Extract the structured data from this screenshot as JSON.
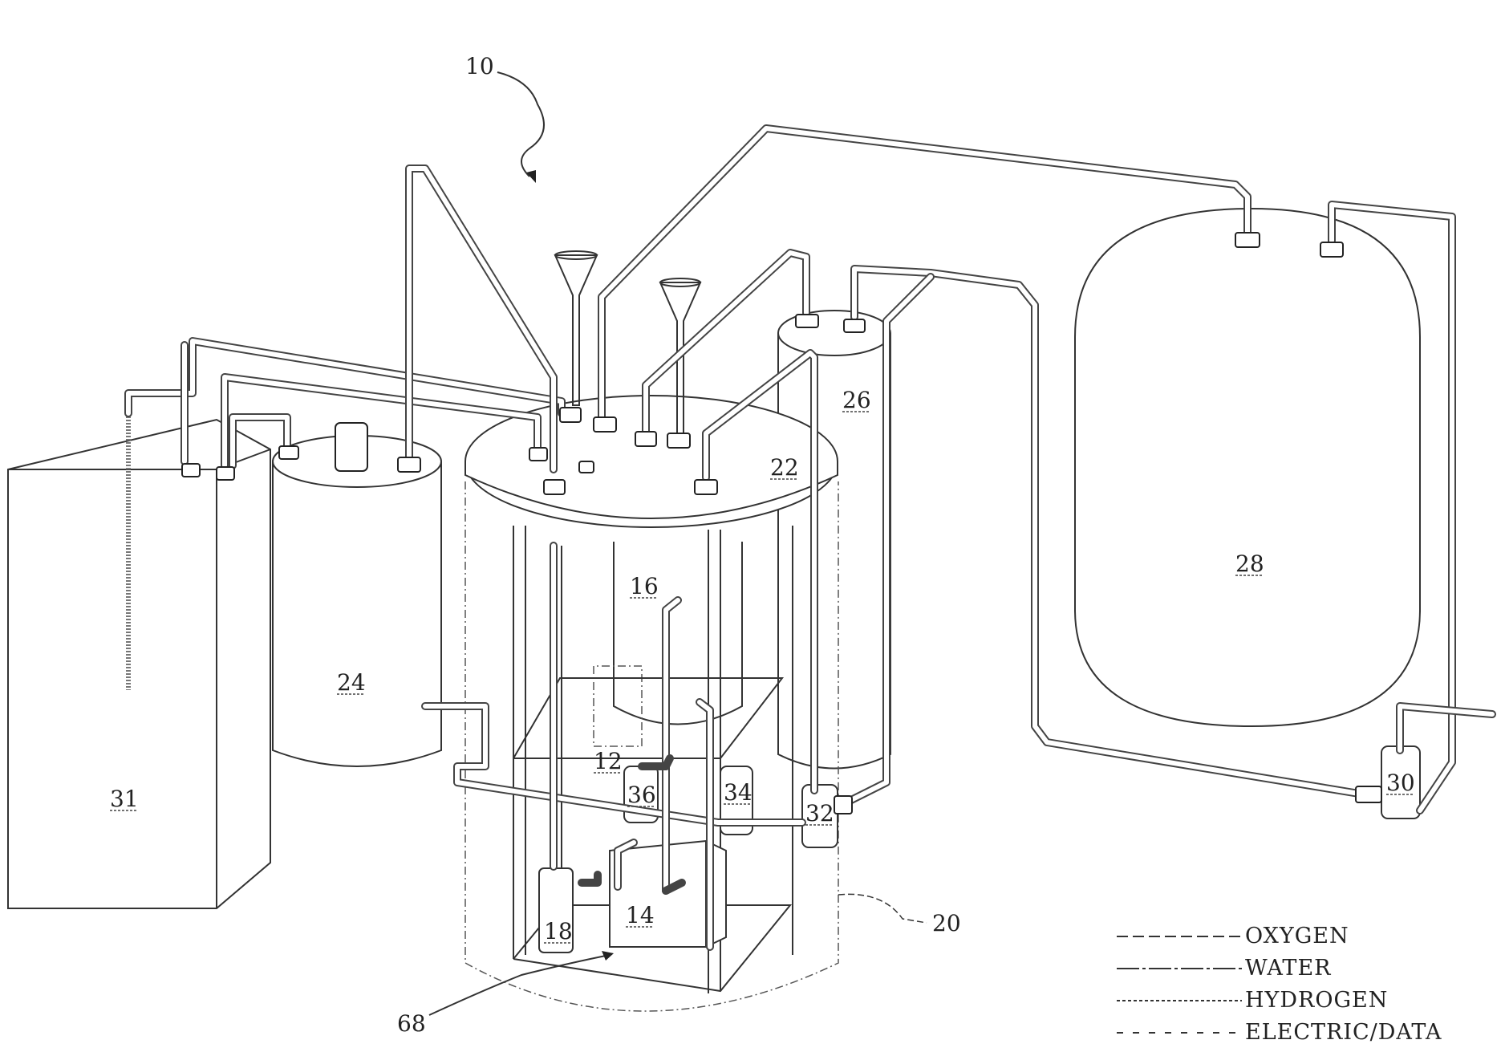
{
  "diagram": {
    "system_label": "10",
    "components": [
      {
        "id": "c31",
        "label": "31"
      },
      {
        "id": "c24",
        "label": "24"
      },
      {
        "id": "c22",
        "label": "22"
      },
      {
        "id": "c16",
        "label": "16"
      },
      {
        "id": "c12",
        "label": "12"
      },
      {
        "id": "c36",
        "label": "36"
      },
      {
        "id": "c34",
        "label": "34"
      },
      {
        "id": "c14",
        "label": "14"
      },
      {
        "id": "c18",
        "label": "18"
      },
      {
        "id": "c26",
        "label": "26"
      },
      {
        "id": "c32",
        "label": "32"
      },
      {
        "id": "c28",
        "label": "28"
      },
      {
        "id": "c30",
        "label": "30"
      },
      {
        "id": "c20",
        "label": "20"
      },
      {
        "id": "c68",
        "label": "68"
      }
    ],
    "legend": [
      {
        "key": "oxygen",
        "label": "OXYGEN",
        "dash": "14 6 14 6"
      },
      {
        "key": "water",
        "label": "WATER",
        "dash": "28 4 4 4"
      },
      {
        "key": "hydrogen",
        "label": "HYDROGEN",
        "dash": "4 3"
      },
      {
        "key": "electric",
        "label": "ELECTRIC/DATA",
        "dash": "8 12"
      }
    ]
  }
}
